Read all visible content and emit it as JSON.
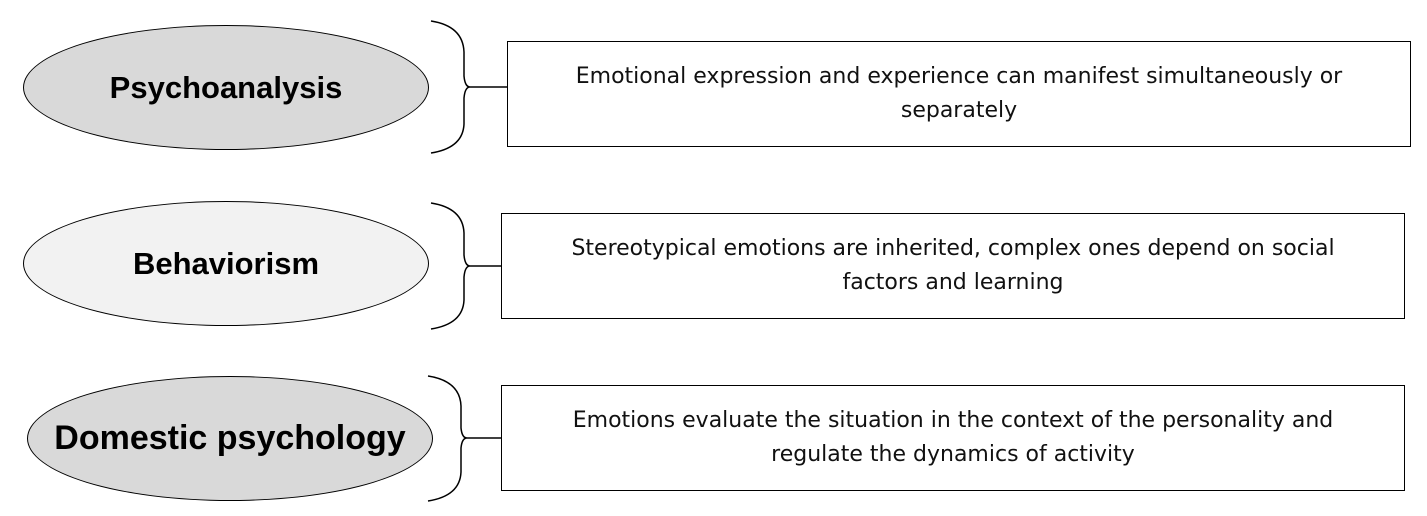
{
  "rows": [
    {
      "label": "Psychoanalysis",
      "description": "Emotional expression and experience can manifest simultaneously or separately",
      "fill": "#d9d9d9"
    },
    {
      "label": "Behaviorism",
      "description": "Stereotypical emotions are inherited, complex ones depend on social factors and learning",
      "fill": "#f2f2f2"
    },
    {
      "label": "Domestic psychology",
      "description": "Emotions evaluate the situation in the context of the personality and regulate the dynamics of activity",
      "fill": "#d9d9d9"
    }
  ],
  "colors": {
    "stroke": "#000000",
    "text": "#000000",
    "background": "#ffffff"
  }
}
